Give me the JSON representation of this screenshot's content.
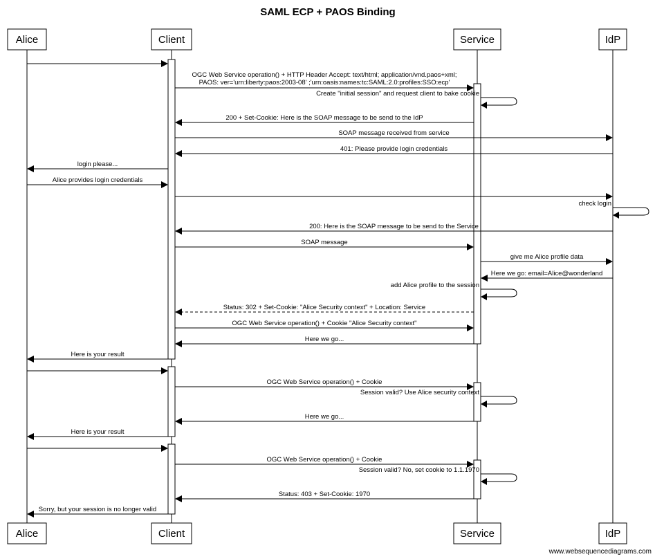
{
  "title": "SAML ECP + PAOS Binding",
  "participants": [
    "Alice",
    "Client",
    "Service",
    "IdP"
  ],
  "credit": "www.websequencediagrams.com",
  "messages": [
    {
      "from": 0,
      "to": 1,
      "text": "",
      "dashed": false
    },
    {
      "from": 1,
      "to": 2,
      "text": "OGC Web Service operation() + HTTP Header Accept: text/html; application/vnd.paos+xml;",
      "text2": "PAOS: ver='urn:liberty:paos:2003-08' ;'urn:oasis:names:tc:SAML:2.0:profiles:SSO:ecp'",
      "dashed": false
    },
    {
      "from": 2,
      "to": 2,
      "text": "Create \"initial session\" and request client to bake cookie",
      "dashed": false
    },
    {
      "from": 2,
      "to": 1,
      "text": "200 + Set-Cookie: Here is the SOAP message to be send to the IdP",
      "dashed": false
    },
    {
      "from": 1,
      "to": 3,
      "text": "SOAP message received from service",
      "dashed": false
    },
    {
      "from": 3,
      "to": 1,
      "text": "401: Please provide login credentials",
      "dashed": false
    },
    {
      "from": 1,
      "to": 0,
      "text": "login please...",
      "dashed": false
    },
    {
      "from": 0,
      "to": 1,
      "text": "Alice provides login credentials",
      "dashed": false
    },
    {
      "from": 1,
      "to": 3,
      "text": "",
      "dashed": false
    },
    {
      "from": 3,
      "to": 3,
      "text": "check login",
      "dashed": false
    },
    {
      "from": 3,
      "to": 1,
      "text": "200: Here is the SOAP message to be send to the Service",
      "dashed": false
    },
    {
      "from": 1,
      "to": 2,
      "text": "SOAP message",
      "dashed": false
    },
    {
      "from": 2,
      "to": 3,
      "text": "give me Alice profile data",
      "dashed": false
    },
    {
      "from": 3,
      "to": 2,
      "text": "Here we go: email=Alice@wonderland",
      "dashed": false
    },
    {
      "from": 2,
      "to": 2,
      "text": "add Alice profile to the session",
      "dashed": false
    },
    {
      "from": 2,
      "to": 1,
      "text": "Status: 302 + Set-Cookie: \"Alice Security context\" + Location: Service",
      "dashed": true
    },
    {
      "from": 1,
      "to": 2,
      "text": "OGC Web Service operation() + Cookie \"Alice Security context\"",
      "dashed": false
    },
    {
      "from": 2,
      "to": 1,
      "text": "Here we go...",
      "dashed": false
    },
    {
      "from": 1,
      "to": 0,
      "text": "Here is your result",
      "dashed": false
    },
    {
      "from": 0,
      "to": 1,
      "text": "",
      "dashed": false
    },
    {
      "from": 1,
      "to": 2,
      "text": "OGC Web Service operation() + Cookie",
      "dashed": false
    },
    {
      "from": 2,
      "to": 2,
      "text": "Session valid? Use Alice security context",
      "dashed": false
    },
    {
      "from": 2,
      "to": 1,
      "text": "Here we go...",
      "dashed": false
    },
    {
      "from": 1,
      "to": 0,
      "text": "Here is your result",
      "dashed": false
    },
    {
      "from": 0,
      "to": 1,
      "text": "",
      "dashed": false
    },
    {
      "from": 1,
      "to": 2,
      "text": "OGC Web Service operation() + Cookie",
      "dashed": false
    },
    {
      "from": 2,
      "to": 2,
      "text": "Session valid? No, set cookie to 1.1.1970",
      "dashed": false
    },
    {
      "from": 2,
      "to": 1,
      "text": "Status: 403 + Set-Cookie: 1970",
      "dashed": false
    },
    {
      "from": 1,
      "to": 0,
      "text": "Sorry, but your session is no longer valid",
      "dashed": false
    }
  ]
}
